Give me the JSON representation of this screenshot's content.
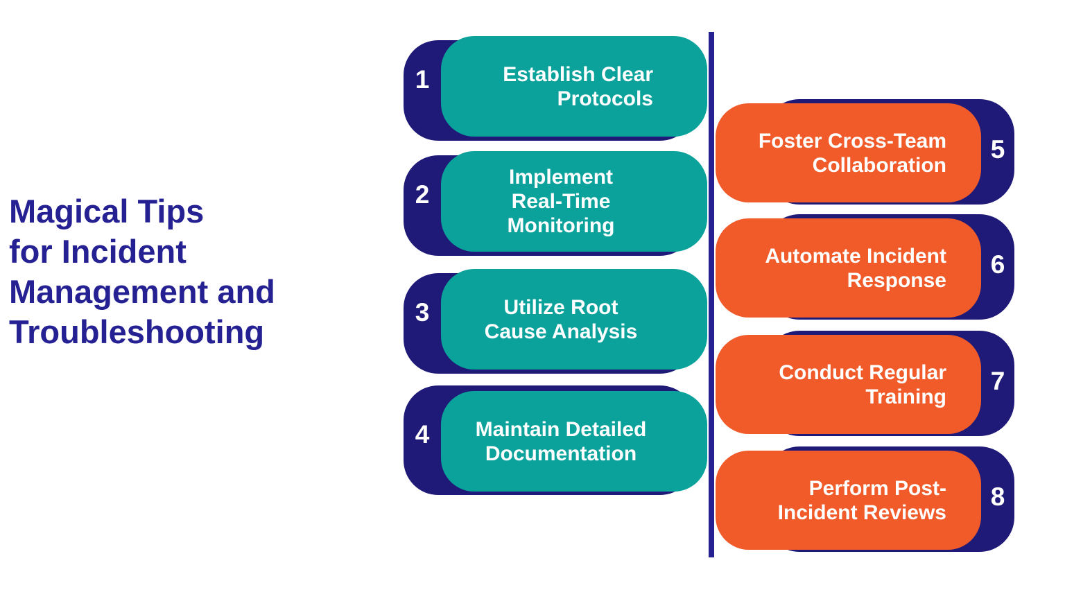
{
  "title": {
    "lines": [
      "Magical Tips",
      "for Incident",
      "Management and",
      "Troubleshooting"
    ]
  },
  "colors": {
    "teal": "#0AA29B",
    "orange": "#F15A29",
    "pill-navy": "#1F1A78",
    "accent-navy": "#252192",
    "text-white": "#FFFFFF"
  },
  "tips_left": [
    {
      "number": "1",
      "lines": [
        "Establish Clear",
        "Protocols"
      ]
    },
    {
      "number": "2",
      "lines": [
        "Implement",
        "Real-Time",
        "Monitoring"
      ]
    },
    {
      "number": "3",
      "lines": [
        "Utilize Root",
        "Cause Analysis"
      ]
    },
    {
      "number": "4",
      "lines": [
        "Maintain Detailed",
        "Documentation"
      ]
    }
  ],
  "tips_right": [
    {
      "number": "5",
      "lines": [
        "Foster Cross-Team",
        "Collaboration"
      ]
    },
    {
      "number": "6",
      "lines": [
        "Automate Incident",
        "Response"
      ]
    },
    {
      "number": "7",
      "lines": [
        "Conduct Regular",
        "Training"
      ]
    },
    {
      "number": "8",
      "lines": [
        "Perform Post-",
        "Incident Reviews"
      ]
    }
  ]
}
